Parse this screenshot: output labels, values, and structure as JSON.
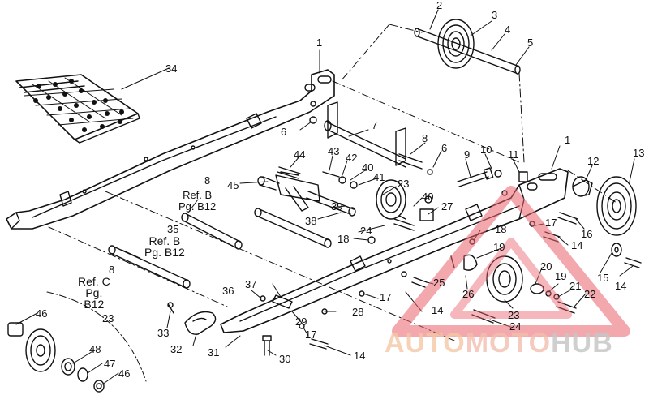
{
  "callouts": {
    "c1a": "1",
    "c1b": "1",
    "c2": "2",
    "c3": "3",
    "c4": "4",
    "c5": "5",
    "c6a": "6",
    "c6b": "6",
    "c7": "7",
    "c8a": "8",
    "c8b": "8",
    "c8c": "8",
    "c9": "9",
    "c10": "10",
    "c11": "11",
    "c12": "12",
    "c13": "13",
    "c14a": "14",
    "c14b": "14",
    "c14c": "14",
    "c14d": "14",
    "c15": "15",
    "c16": "16",
    "c17a": "17",
    "c17b": "17",
    "c17c": "17",
    "c18a": "18",
    "c18b": "18",
    "c19a": "19",
    "c19b": "19",
    "c20": "20",
    "c21": "21",
    "c22": "22",
    "c23a": "23",
    "c23b": "23",
    "c23c": "23",
    "c24a": "24",
    "c24b": "24",
    "c25": "25",
    "c26": "26",
    "c27": "27",
    "c28": "28",
    "c29": "29",
    "c30": "30",
    "c31": "31",
    "c32": "32",
    "c33": "33",
    "c34": "34",
    "c35": "35",
    "c36": "36",
    "c37": "37",
    "c38": "38",
    "c39": "39",
    "c40a": "40",
    "c40b": "40",
    "c41": "41",
    "c42": "42",
    "c43": "43",
    "c44": "44",
    "c45": "45",
    "c46a": "46",
    "c46b": "46",
    "c47": "47",
    "c48": "48"
  },
  "references": {
    "refB_top": {
      "line1": "Ref. B",
      "line2": "Pg. B12"
    },
    "refB_mid": {
      "line1": "Ref. B",
      "line2": "Pg. B12"
    },
    "refC": {
      "line1": "Ref. C",
      "line2": "Pg.",
      "line3": "B12"
    }
  },
  "watermark": {
    "part1": "AUTO",
    "part2": "MOTO",
    "part3": "HUB",
    "colors": {
      "auto": "#f4c8a4",
      "moto": "#f2bfae",
      "hub": "#c7c7c7",
      "triangle": "#e8606a"
    }
  }
}
